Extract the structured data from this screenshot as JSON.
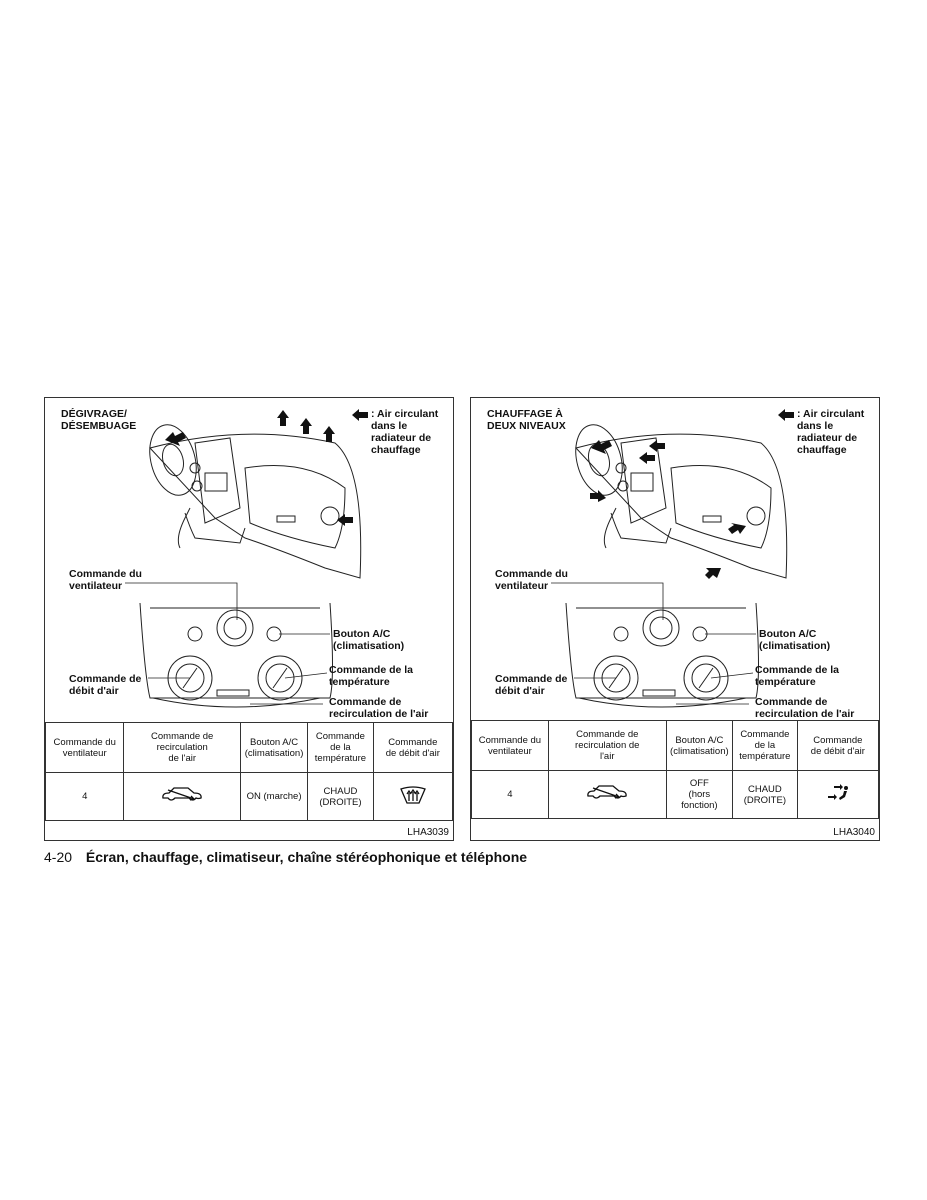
{
  "panels": [
    {
      "title": "DÉGIVRAGE/\nDÉSEMBUAGE",
      "legend": ": Air circulant\ndans le\nradiateur de\nchauffage",
      "labels": {
        "fan": "Commande du\nventilateur",
        "ac": "Bouton A/C\n(climatisation)",
        "airflow": "Commande de\ndébit d'air",
        "temp": "Commande de la\ntempérature",
        "recirc": "Commande de\nrecirculation de l'air"
      },
      "table": {
        "headers": [
          "Commande du\nventilateur",
          "Commande de\nrecirculation\nde l'air",
          "Bouton A/C\n(climatisation)",
          "Commande\nde la\ntempérature",
          "Commande\nde débit d'air"
        ],
        "row": [
          "4",
          "recirculation-car-icon",
          "ON (marche)",
          "CHAUD\n(DROITE)",
          "defrost-icon"
        ]
      },
      "code": "LHA3039"
    },
    {
      "title": "CHAUFFAGE À\nDEUX NIVEAUX",
      "legend": ": Air circulant\ndans le\nradiateur de\nchauffage",
      "labels": {
        "fan": "Commande du\nventilateur",
        "ac": "Bouton A/C\n(climatisation)",
        "airflow": "Commande de\ndébit d'air",
        "temp": "Commande de la\ntempérature",
        "recirc": "Commande de\nrecirculation de l'air"
      },
      "table": {
        "headers": [
          "Commande du\nventilateur",
          "Commande de\nrecirculation de\nl'air",
          "Bouton A/C\n(climatisation)",
          "Commande\nde la\ntempérature",
          "Commande\nde débit d'air"
        ],
        "row": [
          "4",
          "recirculation-car-icon",
          "OFF\n(hors\nfonction)",
          "CHAUD\n(DROITE)",
          "bi-level-icon"
        ]
      },
      "code": "LHA3040"
    }
  ],
  "footer": {
    "page": "4-20",
    "title": "Écran, chauffage, climatiseur, chaîne stéréophonique et téléphone"
  }
}
